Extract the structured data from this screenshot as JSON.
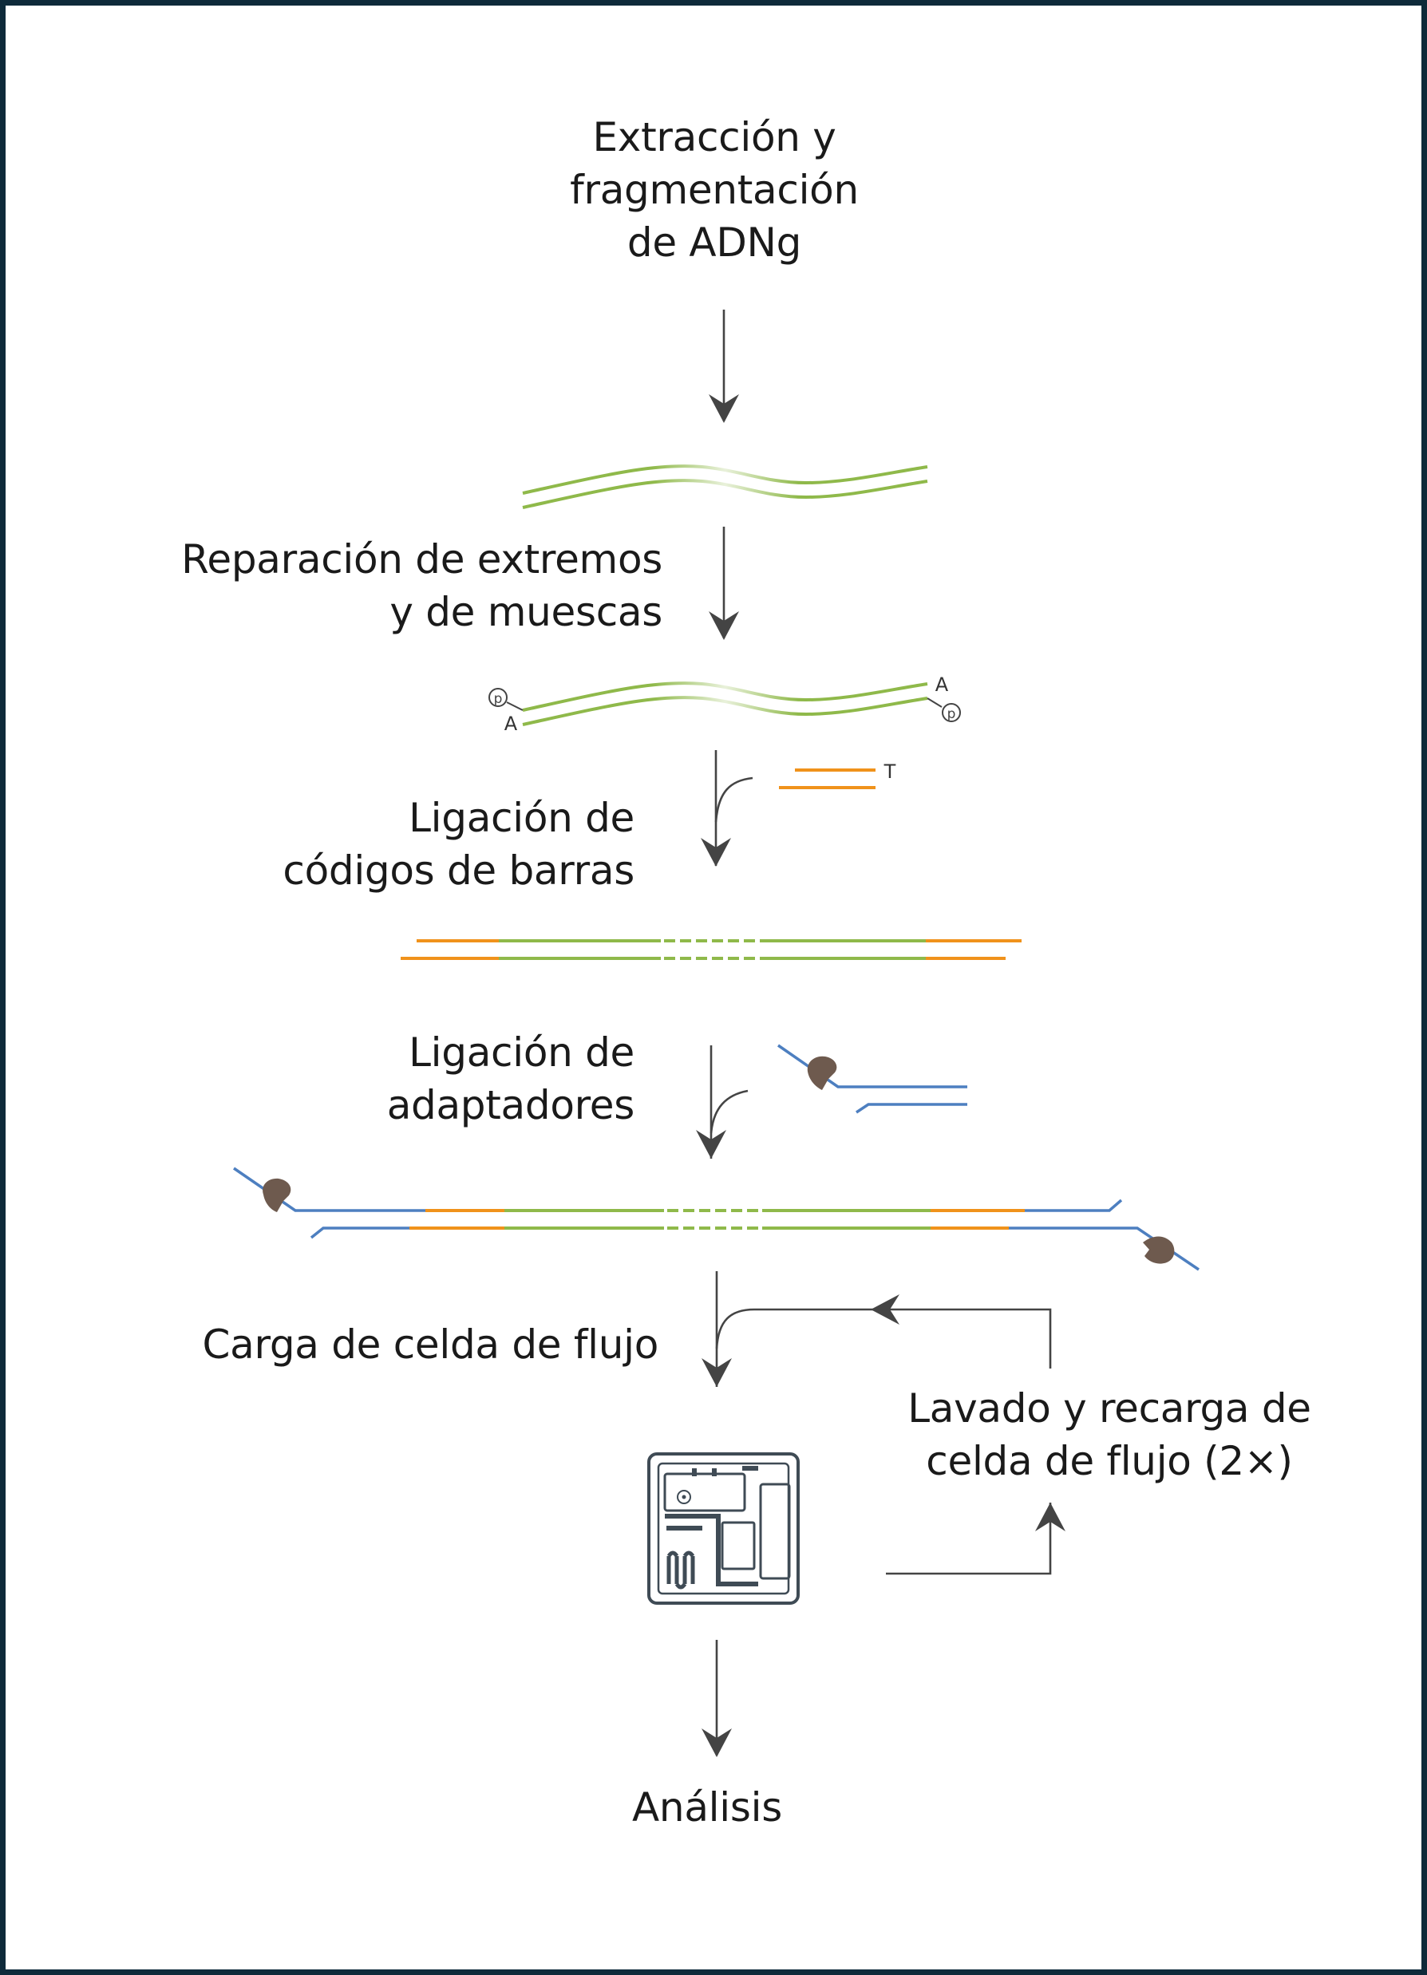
{
  "steps": {
    "extraction": {
      "line1": "Extracción y",
      "line2": "fragmentación",
      "line3": "de ADNg"
    },
    "end_repair": {
      "line1": "Reparación de extremos",
      "line2": "y de muescas"
    },
    "barcode_ligation": {
      "line1": "Ligación de",
      "line2": "códigos de barras"
    },
    "adapter_ligation": {
      "line1": "Ligación de",
      "line2": "adaptadores"
    },
    "flow_cell_loading": {
      "line1": "Carga de celda de flujo"
    },
    "wash_reload": {
      "line1": "Lavado y recarga de",
      "line2": "celda de flujo (2×)"
    },
    "analysis": {
      "line1": "Análisis"
    }
  },
  "molecule_marks": {
    "phosphate": "p",
    "a_tail": "A",
    "t_overhang": "T"
  },
  "colors": {
    "dna_strand": "#8fb94a",
    "barcode": "#f0921b",
    "adapter": "#4d7fc0",
    "motor_protein": "#6e5a4e",
    "arrow": "#444444",
    "flow_cell_icon": "#3f4b55",
    "frame": "#0e2a3a"
  },
  "icons": [
    "flow-cell-icon",
    "motor-protein-icon"
  ]
}
